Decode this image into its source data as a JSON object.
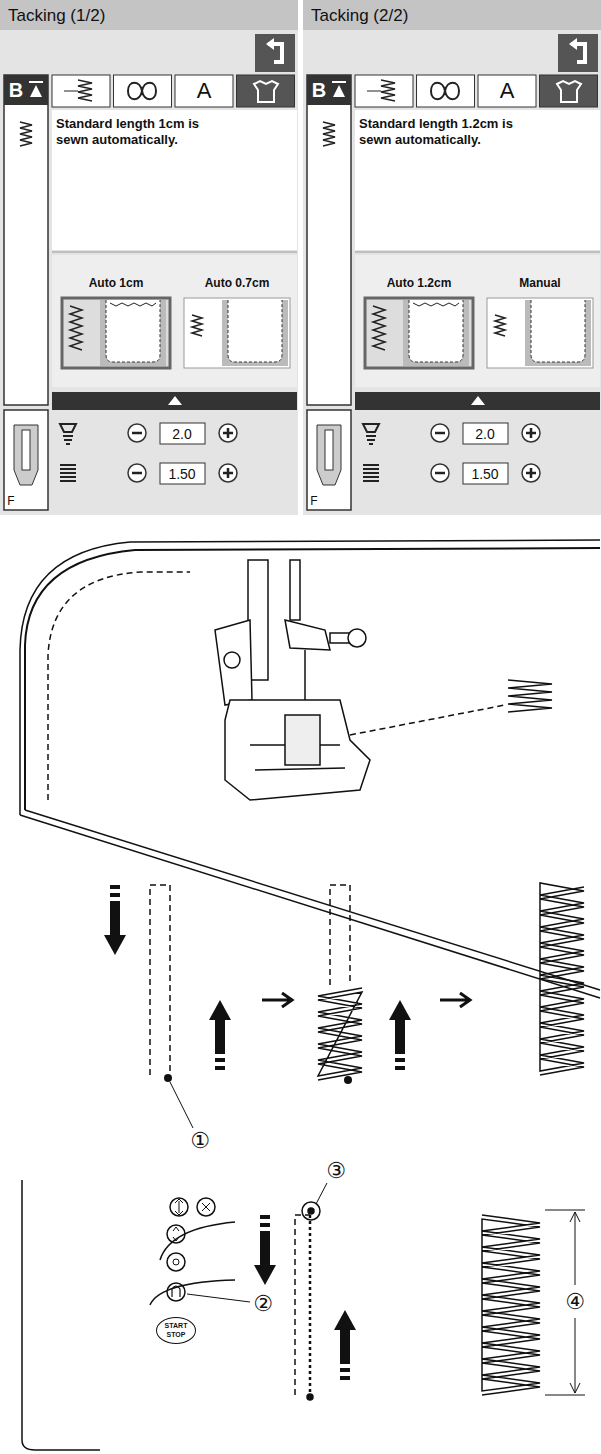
{
  "diagram": {
    "nodes": [
      {
        "text": [
          "Tacking (1/2)"
        ]
      },
      {
        "text": [
          "Standard length 1cm is sewn automatically."
        ],
        "in": 0
      },
      {
        "text": [
          "Auto 1cm"
        ],
        "in": 0
      },
      {
        "text": [
          "Auto 0.7cm"
        ],
        "in": 0
      },
      {
        "text": [
          "Tacking (2/2)"
        ]
      },
      {
        "text": [
          "Standard length 1.2cm is sewn automatically."
        ],
        "in": 4
      },
      {
        "text": [
          "Auto 1.2cm"
        ],
        "in": 4
      },
      {
        "text": [
          "Manual"
        ],
        "in": 4
      },
      {
        "text": [
          "START STOP"
        ]
      }
    ],
    "labels": [
      "B",
      "A",
      "2.0",
      "1.50",
      "F",
      "B",
      "A",
      "2.0",
      "1.50",
      "F",
      "①",
      "②",
      "③",
      "④"
    ]
  }
}
